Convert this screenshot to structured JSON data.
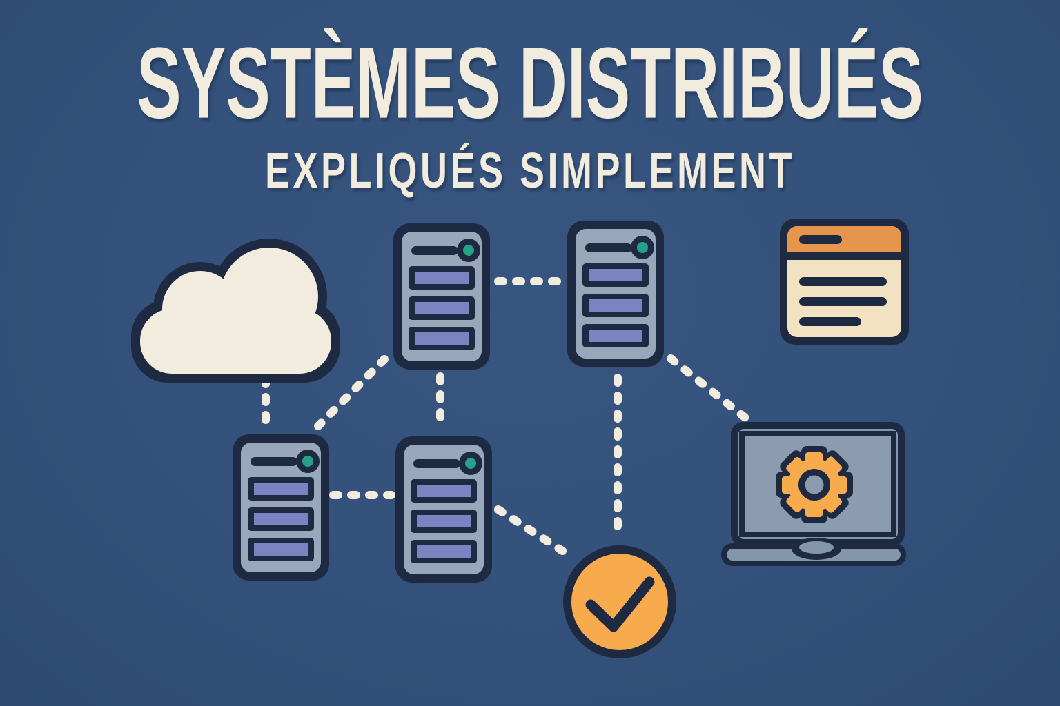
{
  "title": {
    "line1": "SYSTÈMES DISTRIBUÉS",
    "line2": "EXPLIQUÉS SIMPLEMENT"
  },
  "colors": {
    "bg": "#33517b",
    "bg_light": "#37557f",
    "bg_dark": "#2e4a72",
    "ink": "#1e2a42",
    "cream": "#f1ecdd",
    "server_body": "#99a7ba",
    "server_bar": "#7a84c0",
    "indicator_teal": "#27a189",
    "doc_header": "#e5954c",
    "doc_body": "#f2e2c2",
    "laptop_body": "#8396ac",
    "laptop_screen": "#8b9bb0",
    "accent_orange": "#f7ab4d"
  },
  "diagram": {
    "icons": [
      {
        "name": "cloud-icon",
        "label": "cloud"
      },
      {
        "name": "server-icon-top-left",
        "label": "server"
      },
      {
        "name": "server-icon-top-right",
        "label": "server"
      },
      {
        "name": "server-icon-bottom-left",
        "label": "server"
      },
      {
        "name": "server-icon-bottom-right",
        "label": "server"
      },
      {
        "name": "document-icon",
        "label": "document window"
      },
      {
        "name": "laptop-gear-icon",
        "label": "laptop with gear"
      },
      {
        "name": "check-icon",
        "label": "checkmark badge"
      }
    ],
    "connections": [
      {
        "from": "cloud-icon",
        "to": "server-icon-bottom-left"
      },
      {
        "from": "server-icon-top-left",
        "to": "server-icon-top-right"
      },
      {
        "from": "server-icon-top-left",
        "to": "server-icon-bottom-left"
      },
      {
        "from": "server-icon-top-left",
        "to": "server-icon-bottom-right"
      },
      {
        "from": "server-icon-bottom-left",
        "to": "server-icon-bottom-right"
      },
      {
        "from": "server-icon-bottom-right",
        "to": "check-icon"
      },
      {
        "from": "server-icon-top-right",
        "to": "check-icon"
      },
      {
        "from": "server-icon-top-right",
        "to": "laptop-gear-icon"
      }
    ]
  }
}
